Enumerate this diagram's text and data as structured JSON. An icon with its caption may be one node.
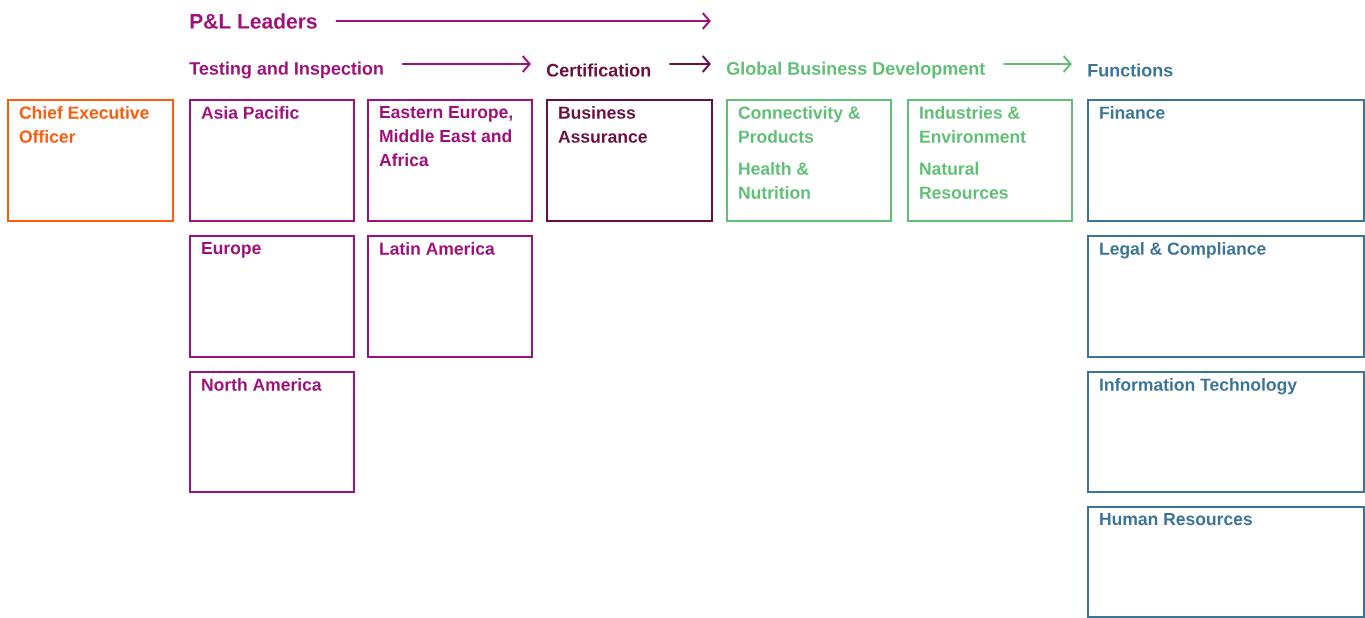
{
  "diagram": {
    "nodes": [
      {
        "text": [
          "P&L Leaders"
        ]
      },
      {
        "text": [
          "Testing and Inspection"
        ]
      },
      {
        "text": [
          "Certification"
        ]
      },
      {
        "text": [
          "Global Business Development"
        ]
      },
      {
        "text": [
          "Functions"
        ]
      },
      {
        "text": [
          "Chief Executive Officer"
        ]
      },
      {
        "text": [
          "Asia Pacific"
        ]
      },
      {
        "text": [
          "Eastern Europe, Middle East and Africa"
        ]
      },
      {
        "text": [
          "Business Assurance"
        ]
      },
      {
        "text": [
          "Connectivity & Products",
          "Health & Nutrition"
        ]
      },
      {
        "text": [
          "Industries & Environment",
          "Natural Resources"
        ]
      },
      {
        "text": [
          "Finance"
        ]
      },
      {
        "text": [
          "Europe"
        ]
      },
      {
        "text": [
          "Latin America"
        ]
      },
      {
        "text": [
          "Legal & Compliance"
        ]
      },
      {
        "text": [
          "North America"
        ]
      },
      {
        "text": [
          "Information Technology"
        ]
      },
      {
        "text": [
          "Human Resources"
        ]
      }
    ],
    "edges": [
      {
        "from": 0,
        "to": null,
        "arrow": "to"
      },
      {
        "from": 1,
        "to": 2,
        "arrow": "to"
      },
      {
        "from": 2,
        "to": 3,
        "arrow": "to",
        "color": "#6b0f3f"
      },
      {
        "from": 3,
        "to": 4,
        "arrow": "to",
        "color": "#5fbf74"
      }
    ]
  }
}
